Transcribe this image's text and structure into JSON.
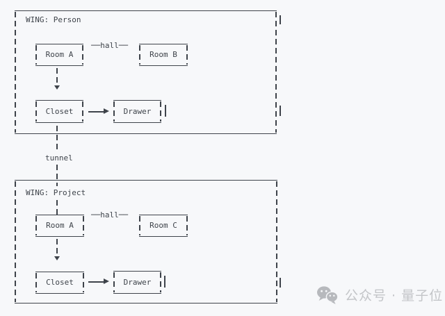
{
  "diagram_type": "ascii-architecture-diagram",
  "colors": {
    "background": "#f7f8fa",
    "line_ink": "#3e434a",
    "watermark_text": "#c3c5c8",
    "watermark_icon": "#b7b9bd"
  },
  "wings": [
    {
      "title": "WING: Person",
      "room_left": "Room A",
      "hall": "──hall──",
      "room_right": "Room B",
      "closet": "Closet",
      "drawer": "Drawer"
    },
    {
      "title": "WING: Project",
      "room_left": "Room A",
      "hall": "──hall──",
      "room_right": "Room C",
      "closet": "Closet",
      "drawer": "Drawer"
    }
  ],
  "tunnel_label": "tunnel",
  "watermark": {
    "icon": "wechat-icon",
    "label": "公众号 · 量子位"
  }
}
